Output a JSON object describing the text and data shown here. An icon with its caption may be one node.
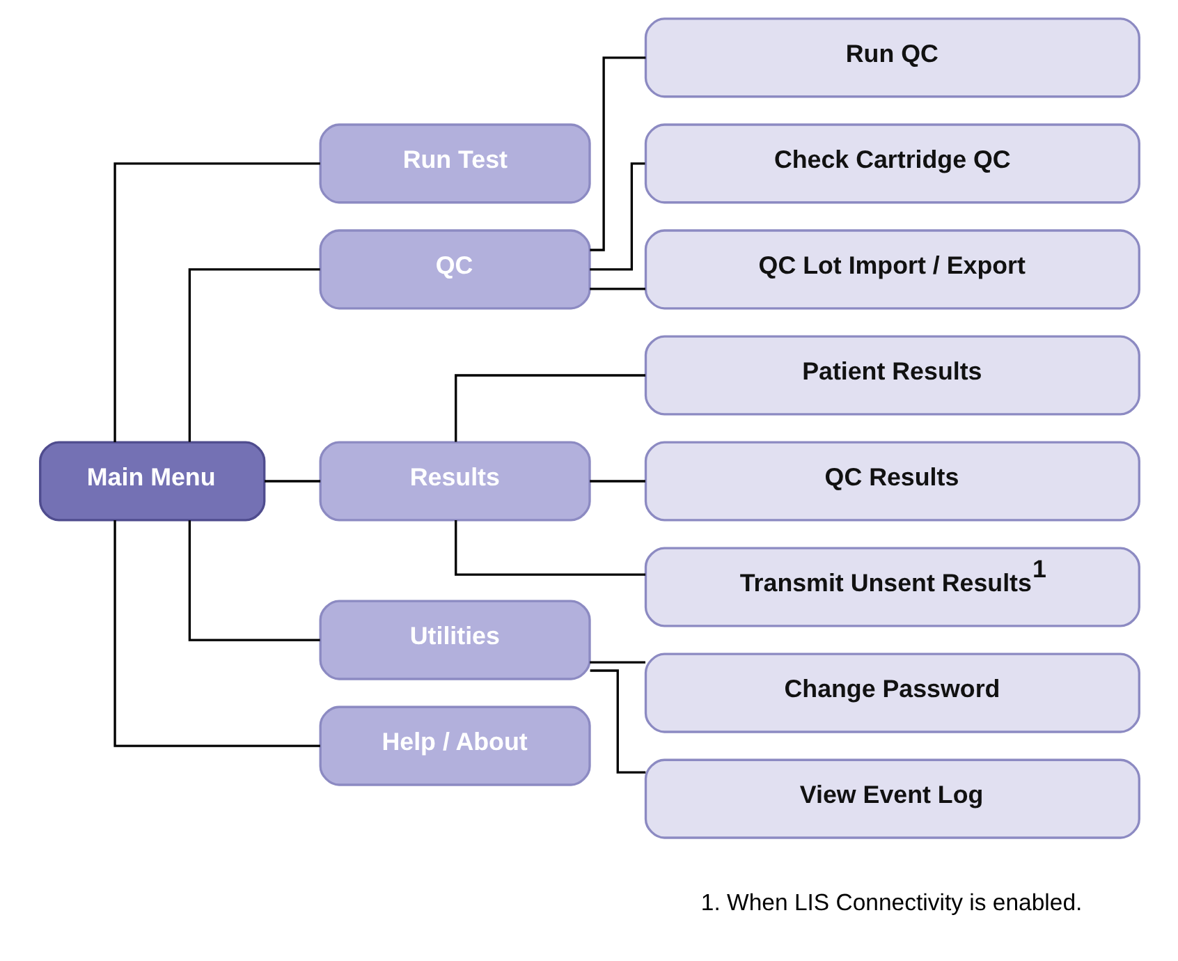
{
  "diagram": {
    "nodes": [
      {
        "text": [
          "Main Menu"
        ]
      },
      {
        "text": [
          "Run Test"
        ]
      },
      {
        "text": [
          "QC"
        ]
      },
      {
        "text": [
          "Results"
        ]
      },
      {
        "text": [
          "Utilities"
        ]
      },
      {
        "text": [
          "Help / About"
        ]
      },
      {
        "text": [
          "Run QC"
        ]
      },
      {
        "text": [
          "Check Cartridge QC"
        ]
      },
      {
        "text": [
          "QC Lot Import / Export"
        ]
      },
      {
        "text": [
          "Patient Results"
        ]
      },
      {
        "text": [
          "QC Results"
        ]
      },
      {
        "text": [
          "Transmit Unsent Results$^{1}$"
        ]
      },
      {
        "text": [
          "Change Password"
        ]
      },
      {
        "text": [
          "View Event Log"
        ]
      }
    ],
    "edges": [
      {
        "from": 0,
        "to": 1,
        "arrow": "none"
      },
      {
        "from": 0,
        "to": 2,
        "arrow": "none"
      },
      {
        "from": 0,
        "to": 3,
        "arrow": "none"
      },
      {
        "from": 0,
        "to": 4,
        "arrow": "none"
      },
      {
        "from": 0,
        "to": 5,
        "arrow": "none"
      },
      {
        "from": 2,
        "to": 6,
        "arrow": "none"
      },
      {
        "from": 2,
        "to": 7,
        "arrow": "none"
      },
      {
        "from": 2,
        "to": 8,
        "arrow": "none"
      },
      {
        "from": 3,
        "to": 9,
        "arrow": "none"
      },
      {
        "from": 3,
        "to": 10,
        "arrow": "none"
      },
      {
        "from": 3,
        "to": 11,
        "arrow": "none"
      },
      {
        "from": 4,
        "to": 12,
        "arrow": "none"
      },
      {
        "from": 4,
        "to": 13,
        "arrow": "none"
      }
    ],
    "labels": [
      "1. When LIS Connectivity is enabled."
    ]
  }
}
